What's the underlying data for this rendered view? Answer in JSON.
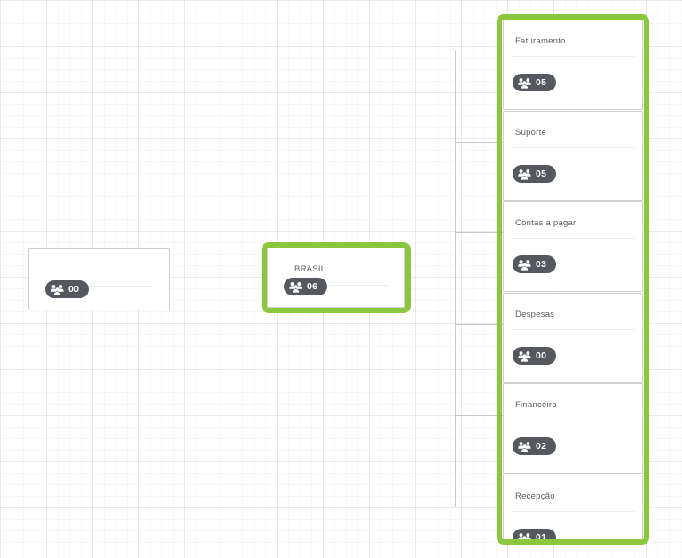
{
  "diagram": {
    "type": "org-chart",
    "accent_color": "#8CC63E",
    "pill_color": "#55585f",
    "line_color": "#c8c8c8",
    "background": "grid"
  },
  "icons": {
    "users": "users-group-icon"
  },
  "root_node": {
    "title": "",
    "count": "00",
    "selected": false
  },
  "country_node": {
    "title": "BRASIL",
    "count": "06",
    "selected": true
  },
  "department_group": {
    "selected": true,
    "departments": [
      {
        "title": "Faturamento",
        "count": "05"
      },
      {
        "title": "Suporte",
        "count": "05"
      },
      {
        "title": "Contas a pagar",
        "count": "03"
      },
      {
        "title": "Despesas",
        "count": "00"
      },
      {
        "title": "Financeiro",
        "count": "02"
      },
      {
        "title": "Recepção",
        "count": "01"
      }
    ]
  }
}
